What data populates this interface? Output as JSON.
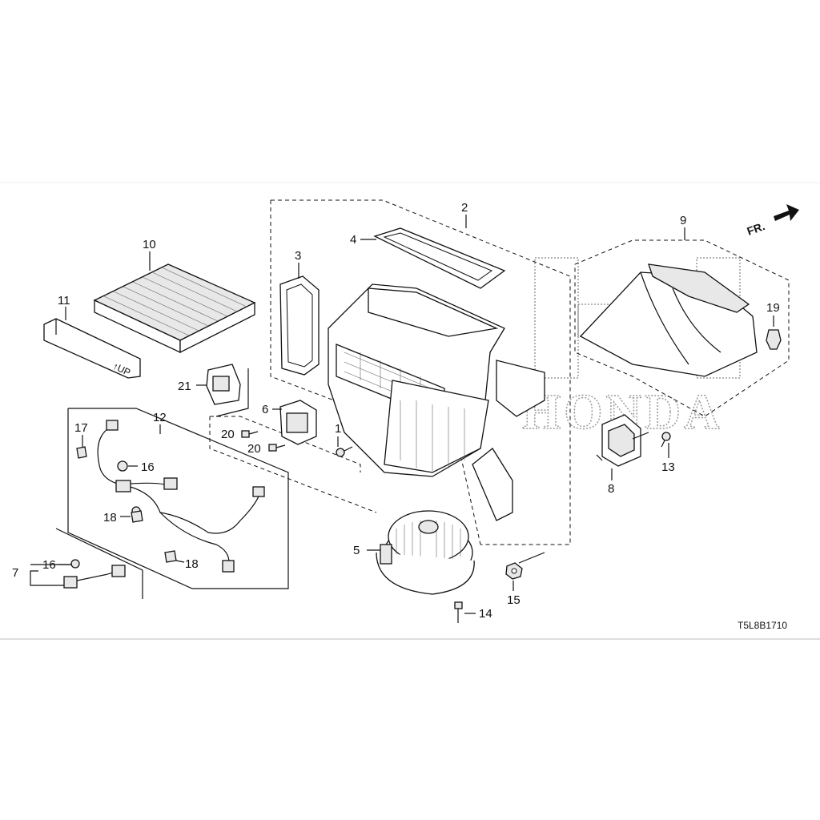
{
  "diagram_code": "T5L8B1710",
  "direction_label": "FR.",
  "watermark_text": "HONDA",
  "callouts": {
    "c1": "1",
    "c2": "2",
    "c3": "3",
    "c4": "4",
    "c5": "5",
    "c6": "6",
    "c7": "7",
    "c8": "8",
    "c9": "9",
    "c10": "10",
    "c11": "11",
    "c12": "12",
    "c13": "13",
    "c14": "14",
    "c15": "15",
    "c16a": "16",
    "c16b": "16",
    "c17": "17",
    "c18a": "18",
    "c18b": "18",
    "c19": "19",
    "c20a": "20",
    "c20b": "20",
    "c21": "21"
  },
  "colors": {
    "line": "#111111",
    "watermark": "#9a9a9a",
    "background": "#ffffff"
  }
}
